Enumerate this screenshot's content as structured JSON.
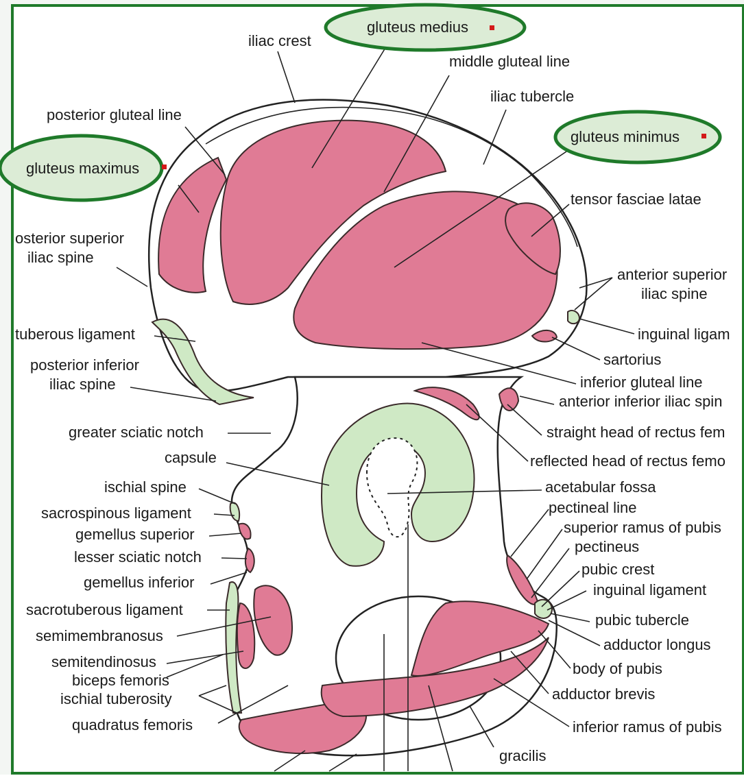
{
  "colors": {
    "frame": "#1f7a2a",
    "muscle": "#e07b95",
    "ligament": "#cfe9c5",
    "highlight": "#dcecd6",
    "marker": "#d31a1a"
  },
  "labels": {
    "gluteus_medius": "gluteus medius",
    "iliac_crest": "iliac crest",
    "middle_gluteal_line": "middle gluteal line",
    "iliac_tubercle": "iliac tubercle",
    "posterior_gluteal_line": "posterior gluteal line",
    "gluteus_minimus": "gluteus minimus",
    "gluteus_maximus": "gluteus maximus",
    "tensor_fasciae_latae": "tensor fasciae latae",
    "posterior_superior_1": "osterior superior",
    "posterior_superior_2": "iliac spine",
    "anterior_superior_1": "anterior superior",
    "anterior_superior_2": "iliac spine",
    "tuberous_ligament": "tuberous ligament",
    "inguinal_ligam": "inguinal ligam",
    "posterior_inferior_1": "posterior inferior",
    "posterior_inferior_2": "iliac spine",
    "sartorius": "sartorius",
    "inferior_gluteal_line": "inferior gluteal line",
    "anterior_inferior_iliac_spin": "anterior inferior iliac spin",
    "greater_sciatic_notch": "greater sciatic notch",
    "straight_head": "straight head of rectus fem",
    "capsule": "capsule",
    "reflected_head": "reflected head of rectus femo",
    "ischial_spine": "ischial spine",
    "acetabular_fossa": "acetabular fossa",
    "pectineal_line": "pectineal line",
    "sacrospinous_ligament": "sacrospinous ligament",
    "superior_ramus": "superior ramus of pubis",
    "gemellus_superior": "gemellus superior",
    "pectineus": "pectineus",
    "lesser_sciatic_notch": "lesser sciatic notch",
    "pubic_crest": "pubic crest",
    "gemellus_inferior": "gemellus inferior",
    "inguinal_ligament": "inguinal ligament",
    "sacrotuberous_ligament": "sacrotuberous ligament",
    "pubic_tubercle": "pubic tubercle",
    "semimembranosus": "semimembranosus",
    "adductor_longus": "adductor longus",
    "semitendinosus": "semitendinosus",
    "biceps_femoris": "biceps femoris",
    "body_of_pubis": "body of pubis",
    "ischial_tuberosity": "ischial tuberosity",
    "adductor_brevis": "adductor brevis",
    "inferior_ramus": "inferior ramus of pubis",
    "quadratus_femoris": "quadratus femoris",
    "gracilis": "gracilis"
  }
}
